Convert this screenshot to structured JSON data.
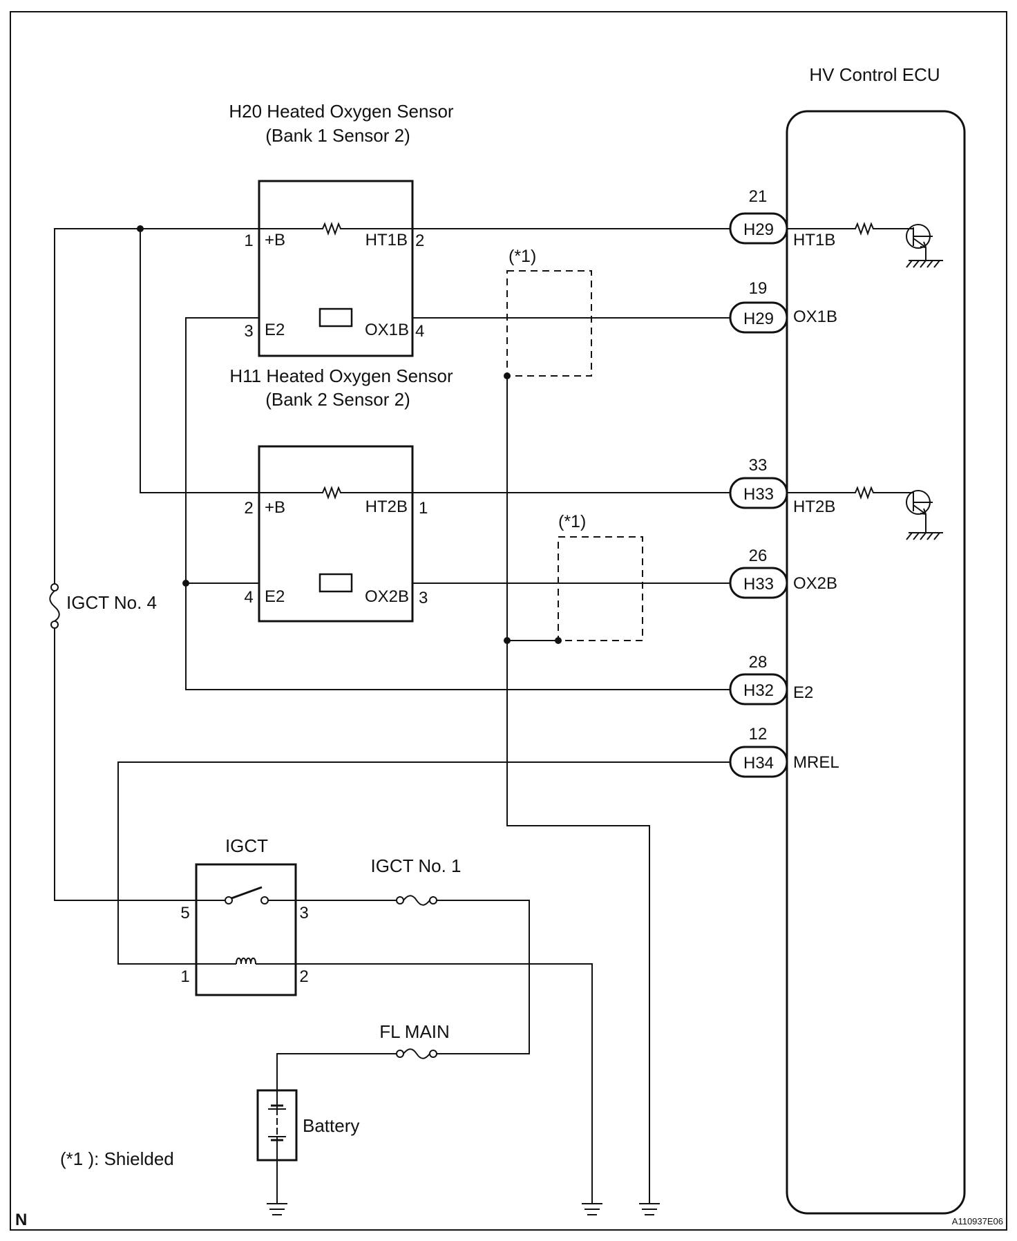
{
  "ecu": {
    "label": "HV Control ECU"
  },
  "sensor1": {
    "title": "H20 Heated Oxygen Sensor",
    "subtitle": "(Bank 1 Sensor 2)",
    "p_b": "+B",
    "p_ht": "HT1B",
    "p_e2": "E2",
    "p_ox": "OX1B",
    "n_b": "1",
    "n_ht": "2",
    "n_e2": "3",
    "n_ox": "4"
  },
  "sensor2": {
    "title": "H11 Heated Oxygen Sensor",
    "subtitle": "(Bank 2 Sensor 2)",
    "p_b": "+B",
    "p_ht": "HT2B",
    "p_e2": "E2",
    "p_ox": "OX2B",
    "n_b": "2",
    "n_ht": "1",
    "n_e2": "4",
    "n_ox": "3"
  },
  "connectors": [
    {
      "pin": "21",
      "code": "H29",
      "signal": "HT1B"
    },
    {
      "pin": "19",
      "code": "H29",
      "signal": "OX1B"
    },
    {
      "pin": "33",
      "code": "H33",
      "signal": "HT2B"
    },
    {
      "pin": "26",
      "code": "H33",
      "signal": "OX2B"
    },
    {
      "pin": "28",
      "code": "H32",
      "signal": "E2"
    },
    {
      "pin": "12",
      "code": "H34",
      "signal": "MREL"
    }
  ],
  "shield_mark": "(*1)",
  "relay": {
    "label": "IGCT",
    "p5": "5",
    "p3": "3",
    "p1": "1",
    "p2": "2"
  },
  "fuses": {
    "igct_no4": "IGCT No. 4",
    "igct_no1": "IGCT No. 1",
    "fl_main": "FL MAIN"
  },
  "battery": "Battery",
  "legend": "(*1 ): Shielded",
  "corner_mark": "N",
  "figure_id": "A110937E06"
}
